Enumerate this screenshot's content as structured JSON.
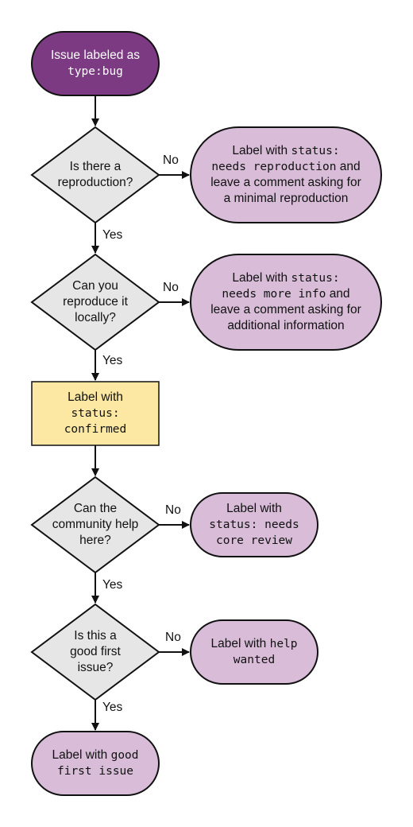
{
  "colors": {
    "start_fill": "#7b3a82",
    "decision_fill": "#e6e6e6",
    "action_fill": "#d8bcd8",
    "confirmed_fill": "#fde8a3",
    "stroke": "#111111"
  },
  "nodes": {
    "start": {
      "line1": "Issue labeled as",
      "code": "type:bug"
    },
    "q_repro": {
      "line1": "Is there a",
      "line2": "reproduction?"
    },
    "needs_repro": {
      "pre": "Label with",
      "code1": "status:",
      "code2": "needs reproduction",
      "mid": "and",
      "line3": "leave a comment asking for",
      "line4": "a minimal reproduction"
    },
    "q_local": {
      "line1": "Can you",
      "line2": "reproduce it",
      "line3": "locally?"
    },
    "needs_info": {
      "pre": "Label with",
      "code1": "status:",
      "code2": "needs more info",
      "mid": "and",
      "line3": "leave a comment asking for",
      "line4": "additional information"
    },
    "confirmed": {
      "line1": "Label with",
      "code1": "status:",
      "code2": "confirmed"
    },
    "q_community": {
      "line1": "Can the",
      "line2": "community help",
      "line3": "here?"
    },
    "core_review": {
      "line1": "Label with",
      "code1": "status: needs",
      "code2": "core review"
    },
    "q_first": {
      "line1": "Is this a",
      "line2": "good first",
      "line3": "issue?"
    },
    "help_wanted": {
      "pre": "Label with",
      "code1": "help",
      "code2": "wanted"
    },
    "good_first": {
      "pre": "Label with",
      "code1": "good",
      "code2": "first issue"
    }
  },
  "edges": {
    "no": "No",
    "yes": "Yes"
  }
}
